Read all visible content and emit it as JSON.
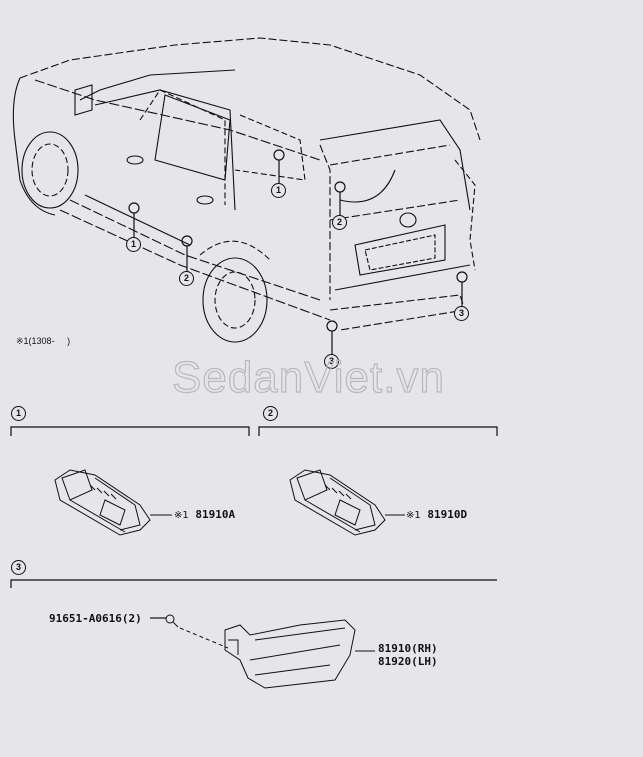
{
  "diagram": {
    "type": "parts-catalog-exploded-view",
    "subject": "Rear SUV body - door courtesy lamps and rear reflector lamps",
    "background": "#e6e5ea",
    "line_color": "#111111",
    "note": {
      "symbol": "※1",
      "text": "(1308-     )"
    },
    "watermark": "SedanViet.vn",
    "vehicle_callouts": [
      {
        "id": "1",
        "location": "front door lower"
      },
      {
        "id": "1",
        "location": "rear door inner"
      },
      {
        "id": "2",
        "location": "rear door lower"
      },
      {
        "id": "2",
        "location": "back door"
      },
      {
        "id": "3",
        "location": "rear bumper left"
      },
      {
        "id": "3",
        "location": "rear bumper right"
      }
    ],
    "groups": [
      {
        "id": "1",
        "parts": [
          {
            "mark": "※1",
            "number": "81910A"
          }
        ]
      },
      {
        "id": "2",
        "parts": [
          {
            "mark": "※1",
            "number": "81910D"
          }
        ]
      },
      {
        "id": "3",
        "parts": [
          {
            "number": "91651-A0616(2)"
          },
          {
            "number": "81910(RH)"
          },
          {
            "number": "81920(LH)"
          }
        ]
      }
    ]
  }
}
